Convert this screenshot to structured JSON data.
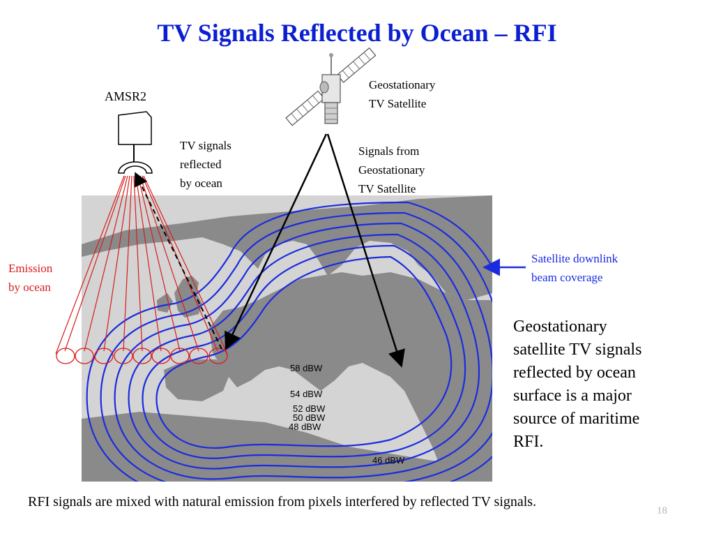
{
  "title": "TV Signals Reflected by Ocean – RFI",
  "labels": {
    "amsr2": "AMSR2",
    "geo_satellite": [
      "Geostationary",
      "TV Satellite"
    ],
    "tv_reflected": [
      "TV signals",
      "reflected",
      "by ocean"
    ],
    "signals_from": [
      "Signals from",
      "Geostationary",
      "TV Satellite"
    ],
    "emission": [
      "Emission",
      "by ocean"
    ],
    "downlink": [
      "Satellite downlink",
      "beam coverage"
    ]
  },
  "contour_labels": [
    "58 dBW",
    "54 dBW",
    "52 dBW",
    "50 dBW",
    "48 dBW",
    "46 dBW"
  ],
  "body_text": [
    "Geostationary",
    "satellite TV signals",
    "reflected by ocean",
    "surface is a major",
    "source of maritime",
    "RFI."
  ],
  "footer": "RFI signals are mixed with natural emission from pixels interfered by reflected TV signals.",
  "slide_number": "18",
  "colors": {
    "title": "#0a1fd1",
    "emission": "#d81b1b",
    "downlink": "#1a2be0",
    "contour": "#1a2be0",
    "land": "#8a8a8a",
    "sea": "#d4d4d4"
  },
  "icons": {
    "satellite": "satellite-icon",
    "radiometer": "radiometer-icon"
  }
}
